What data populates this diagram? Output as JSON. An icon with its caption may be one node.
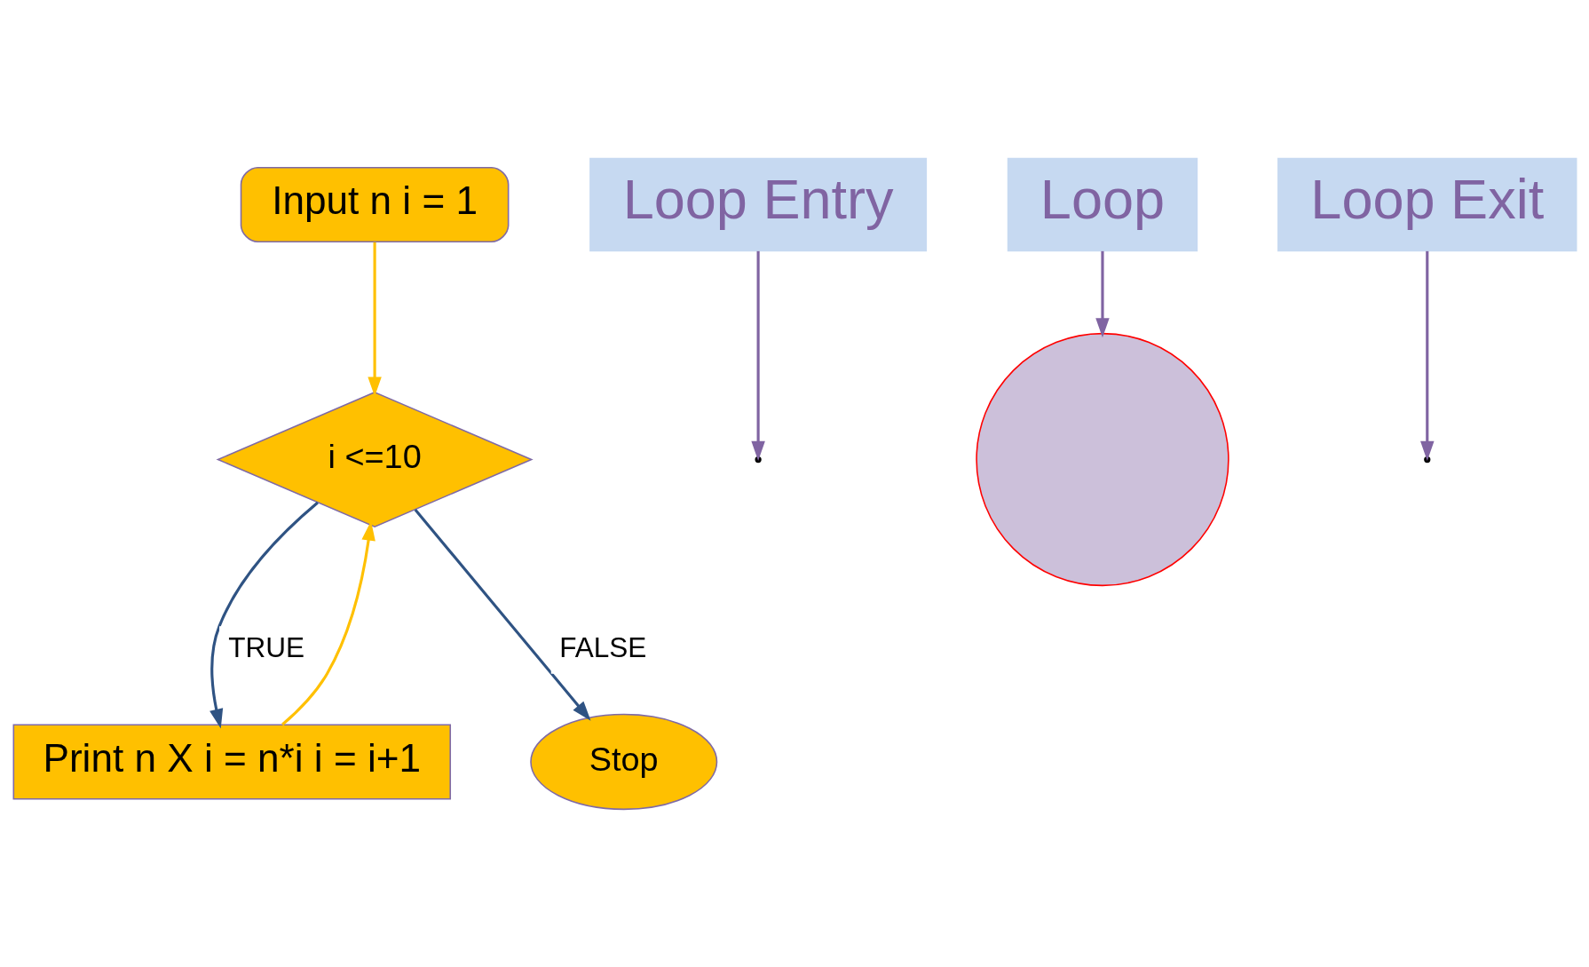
{
  "diagram": {
    "nodes": [
      {
        "text": [
          "Input n i = 1"
        ]
      },
      {
        "text": [
          "Loop Entry"
        ]
      },
      {
        "text": [],
        "shape": "circle"
      },
      {
        "text": [
          "i <=10"
        ]
      },
      {
        "text": [
          "Loop Exit"
        ]
      },
      {
        "text": [
          "Print n X i = n*i i = i+1"
        ]
      },
      {
        "text": [
          "Stop"
        ]
      },
      {
        "text": [
          "Loop"
        ]
      }
    ],
    "edges": [
      {
        "from": 0,
        "to": 3,
        "arrow": "to",
        "color": "#ffc000"
      },
      {
        "from": 3,
        "to": 5,
        "arrow": "to",
        "label": "TRUE",
        "color": "#2f5383"
      },
      {
        "from": 3,
        "to": 6,
        "arrow": "to",
        "label": "FALSE",
        "color": "#2f5383"
      },
      {
        "from": 5,
        "to": 3,
        "arrow": "to",
        "color": "#ffc000"
      },
      {
        "from": 1,
        "to": null,
        "arrow": "to",
        "color": "#8064a2"
      },
      {
        "from": 4,
        "to": null,
        "arrow": "to",
        "color": "#8064a2"
      },
      {
        "from": 7,
        "to": 2,
        "arrow": "to",
        "color": "#8064a2"
      }
    ]
  }
}
